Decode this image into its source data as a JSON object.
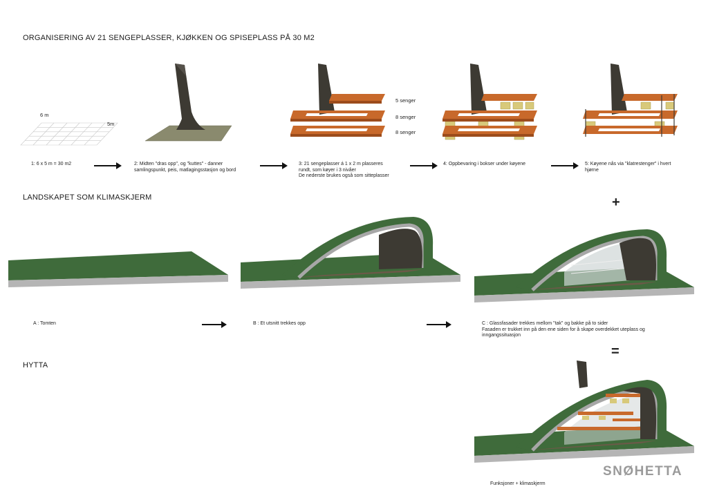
{
  "headings": {
    "organisering": "ORGANISERING AV 21 SENGEPLASSER, KJØKKEN OG SPISEPLASS PÅ 30 M2",
    "landskapet": "LANDSKAPET SOM KLIMASKJERM",
    "hytta": "HYTTA"
  },
  "dimensions": {
    "width_label": "6 m",
    "depth_label": "5m"
  },
  "tier_labels": [
    "5 senger",
    "8 senger",
    "8 senger"
  ],
  "steps": [
    {
      "lines": [
        "1: 6 x 5 m = 30 m2"
      ]
    },
    {
      "lines": [
        "2: Midten \"dras opp\", og \"kuttes\" - danner",
        "samlingspunkt, peis, matlagingsstasjon og bord"
      ]
    },
    {
      "lines": [
        "3: 21 sengeplasser á 1 x 2 m plasseres",
        "rundt, som køyer i 3 nivåer",
        "De nederste brukes også som sitteplasser"
      ]
    },
    {
      "lines": [
        "4: Oppbevaring i bokser under køyene"
      ]
    },
    {
      "lines": [
        "5: Køyene nås via \"klatrestenger\" i hvert",
        "hjørne"
      ]
    }
  ],
  "landscape": [
    {
      "lines": [
        "A : Tomten"
      ]
    },
    {
      "lines": [
        "B : Et utsnitt trekkes opp"
      ]
    },
    {
      "lines": [
        "C : Glassfasader trekkes mellom \"tak\" og bakke på to sider",
        "Fasaden er trukket inn på den ene siden for å skape overdekket uteplass og",
        "inngangssituasjon"
      ]
    }
  ],
  "operators": {
    "plus": "+",
    "equals": "="
  },
  "final_caption": "Funksjoner + klimaskjerm",
  "logo": "SNØHETTA",
  "colors": {
    "grass": "#3f6b3b",
    "grass_dark": "#2f5530",
    "wood": "#c8692b",
    "wood_dark": "#9c4c1c",
    "chimney": "#3d3a33",
    "gravel": "#8a8a6e",
    "box": "#d8c97a"
  }
}
